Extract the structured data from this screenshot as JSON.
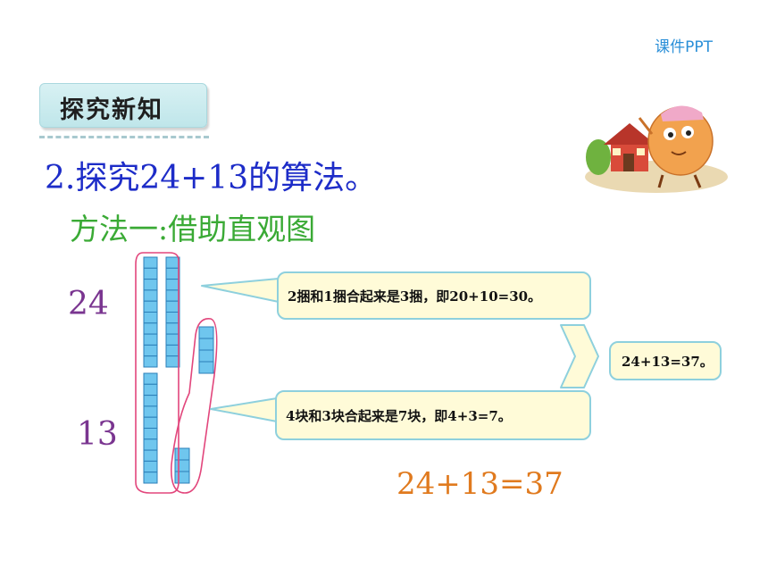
{
  "corner_label": "课件PPT",
  "badge_label": "探究新知",
  "heading": "2.探究24+13的算法。",
  "method": "方法一:借助直观图",
  "numbers": {
    "first": "24",
    "second": "13"
  },
  "bubbles": {
    "tens": "2捆和1捆合起来是3捆，即20+10=30。",
    "ones": "4块和3块合起来是7块，即4+3=7。",
    "sum": "24+13=37。"
  },
  "result": "24+13=37",
  "colors": {
    "heading": "#1d2cc8",
    "method": "#3aaa35",
    "number": "#7a3590",
    "result": "#e07a1e",
    "cube": "#6fc6ee",
    "cube_border": "#2b7fb8",
    "loop": "#e2467c",
    "bubble_fill": "#fffbd8",
    "bubble_border": "#8ed0dd"
  },
  "icons": {
    "mascot": "cartoon-egg-mascot-icon",
    "house": "house-icon",
    "arrow": "chevron-right-icon"
  }
}
